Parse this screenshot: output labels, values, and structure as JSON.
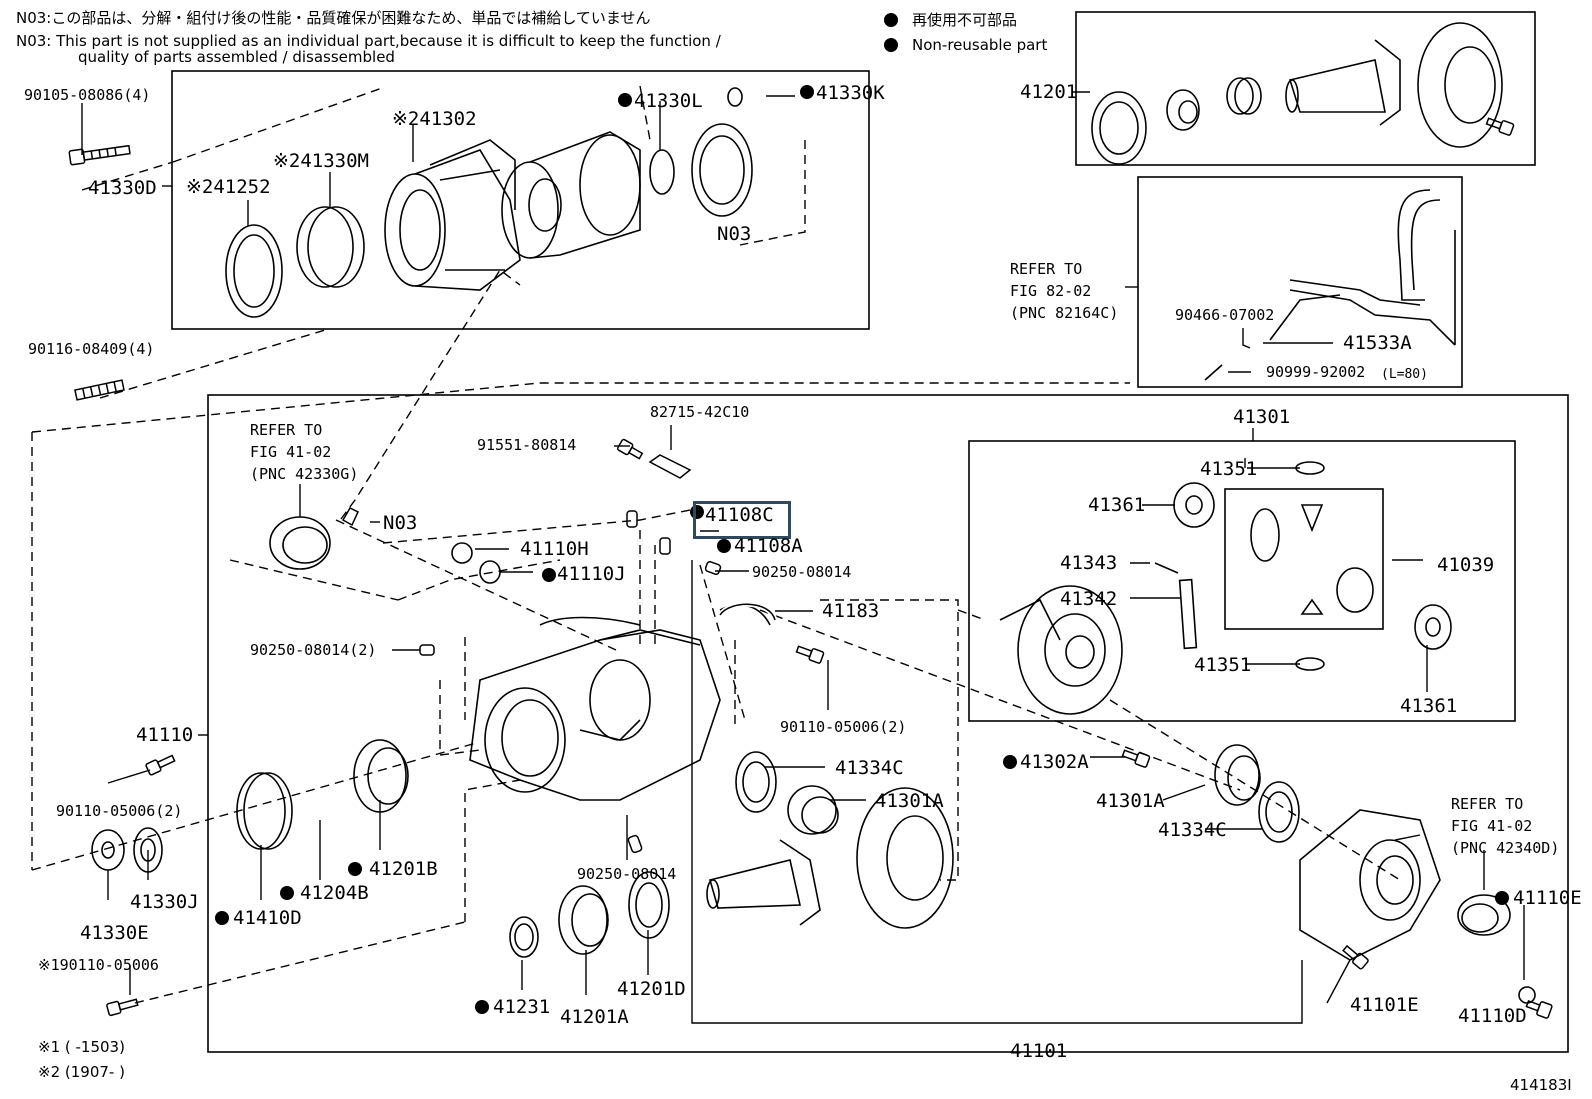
{
  "notes": {
    "jp": "N03:この部品は、分解・組付け後の性能・品質確保が困難なため、単品では補給していません",
    "en1": "N03: This part is not supplied as an individual part,because it is difficult to keep the function /",
    "en2": "quality of parts assembled / disassembled"
  },
  "legend": {
    "jp": "再使用不可部品",
    "en": "Non-reusable part"
  },
  "figure_code": "414183I",
  "footnotes": {
    "f1": "※1 (     -1503)",
    "f2": "※2 (1907-     )"
  },
  "refers": {
    "r1": [
      "REFER TO",
      "FIG 82-02",
      "(PNC 82164C)"
    ],
    "r2": [
      "REFER TO",
      "FIG 41-02",
      "(PNC 42330G)"
    ],
    "r3": [
      "REFER TO",
      "FIG 41-02",
      "(PNC 42340D)"
    ]
  },
  "parts": {
    "p90105": "90105-08086(4)",
    "p41330D": "41330D",
    "p41252": "※241252",
    "p41330M": "※241330M",
    "p41302": "※241302",
    "p41330L": "41330L",
    "p41330K": "41330K",
    "pN03a": "N03",
    "p90116": "90116-08409(4)",
    "p41201": "41201",
    "p90466": "90466-07002",
    "p41533A": "41533A",
    "p90999": "90999-92002",
    "p90999L": "(L=80)",
    "p41301": "41301",
    "p82715": "82715-42C10",
    "p91551": "91551-80814",
    "pN03b": "N03",
    "p41108C": "41108C",
    "p41108A": "41108A",
    "p41110H": "41110H",
    "p41110J": "41110J",
    "p90250a": "90250-08014",
    "p41183": "41183",
    "p90250b": "90250-08014(2)",
    "p90110a": "90110-05006(2)",
    "p41110": "41110",
    "p90110b": "90110-05006(2)",
    "p41334Ca": "41334C",
    "p41301Aa": "41301A",
    "p41302A": "41302A",
    "p41301Ab": "41301A",
    "p41334Cb": "41334C",
    "p41351a": "41351",
    "p41361a": "41361",
    "p41343": "41343",
    "p41342": "41342",
    "p41039": "41039",
    "p41351b": "41351",
    "p41361b": "41361",
    "p41201B": "41201B",
    "p41204B": "41204B",
    "p41410D": "41410D",
    "p41330J": "41330J",
    "p41330E": "41330E",
    "p190110": "※190110-05006",
    "p90250c": "90250-08014",
    "p41231": "41231",
    "p41201A": "41201A",
    "p41201D": "41201D",
    "p41101": "41101",
    "p41101E": "41101E",
    "p41110E": "41110E",
    "p41110D": "41110D"
  }
}
